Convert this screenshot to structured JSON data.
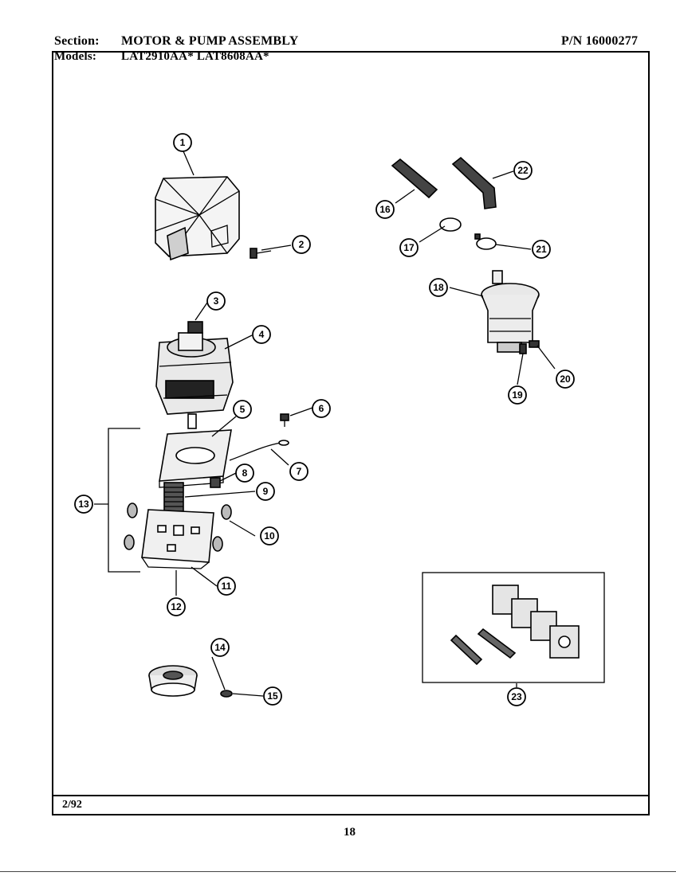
{
  "header": {
    "section_label": "Section:",
    "section_title": "MOTOR & PUMP ASSEMBLY",
    "part_number": "P/N 16000277",
    "models_label": "Models:",
    "models": "LAT2910AA*  LAT8608AA*"
  },
  "footer": {
    "date": "2/92",
    "page_number": "18"
  },
  "callouts": [
    {
      "id": "c1",
      "label": "1"
    },
    {
      "id": "c2",
      "label": "2"
    },
    {
      "id": "c3",
      "label": "3"
    },
    {
      "id": "c4",
      "label": "4"
    },
    {
      "id": "c5",
      "label": "5"
    },
    {
      "id": "c6",
      "label": "6"
    },
    {
      "id": "c7",
      "label": "7"
    },
    {
      "id": "c8",
      "label": "8"
    },
    {
      "id": "c9",
      "label": "9"
    },
    {
      "id": "c10",
      "label": "10"
    },
    {
      "id": "c11",
      "label": "11"
    },
    {
      "id": "c12",
      "label": "12"
    },
    {
      "id": "c13",
      "label": "13"
    },
    {
      "id": "c14",
      "label": "14"
    },
    {
      "id": "c15",
      "label": "15"
    },
    {
      "id": "c16",
      "label": "16"
    },
    {
      "id": "c17",
      "label": "17"
    },
    {
      "id": "c18",
      "label": "18"
    },
    {
      "id": "c19",
      "label": "19"
    },
    {
      "id": "c20",
      "label": "20"
    },
    {
      "id": "c21",
      "label": "21"
    },
    {
      "id": "c22",
      "label": "22"
    },
    {
      "id": "c23",
      "label": "23"
    }
  ]
}
